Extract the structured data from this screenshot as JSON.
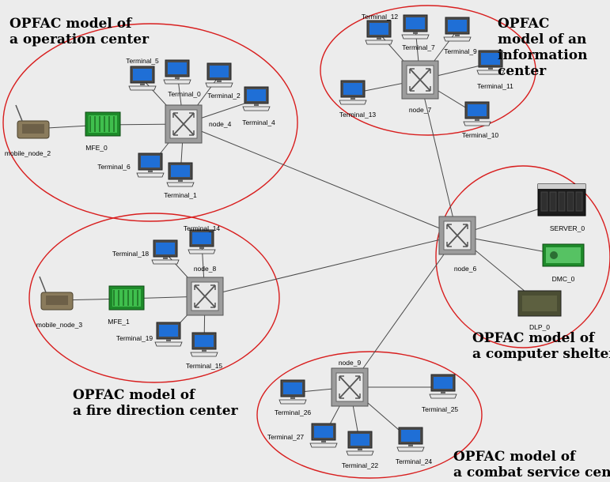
{
  "groups": [
    {
      "id": "operation",
      "title_lines": [
        "OPFAC model of",
        "a operation center"
      ]
    },
    {
      "id": "information",
      "title_lines": [
        "OPFAC",
        "model of an",
        "information",
        "center"
      ]
    },
    {
      "id": "fire",
      "title_lines": [
        "OPFAC model of",
        "a fire direction center"
      ]
    },
    {
      "id": "shelter",
      "title_lines": [
        "OPFAC model of",
        "a computer shelter"
      ]
    },
    {
      "id": "combat",
      "title_lines": [
        "OPFAC model of",
        "a combat service center"
      ]
    }
  ],
  "nodes": [
    {
      "id": "node_4",
      "label": "node_4",
      "kind": "switch"
    },
    {
      "id": "node_7",
      "label": "node_7",
      "kind": "switch"
    },
    {
      "id": "node_8",
      "label": "node_8",
      "kind": "switch"
    },
    {
      "id": "node_6",
      "label": "node_6",
      "kind": "switch"
    },
    {
      "id": "node_9",
      "label": "node_9",
      "kind": "switch"
    },
    {
      "id": "mobile_node_2",
      "label": "mobile_node_2",
      "kind": "radio"
    },
    {
      "id": "mobile_node_3",
      "label": "mobile_node_3",
      "kind": "radio"
    },
    {
      "id": "MFE_0",
      "label": "MFE_0",
      "kind": "mfe"
    },
    {
      "id": "MFE_1",
      "label": "MFE_1",
      "kind": "mfe"
    },
    {
      "id": "SERVER_0",
      "label": "SERVER_0",
      "kind": "server"
    },
    {
      "id": "DMC_0",
      "label": "DMC_0",
      "kind": "dmc"
    },
    {
      "id": "DLP_0",
      "label": "DLP_0",
      "kind": "dlp"
    },
    {
      "id": "Terminal_0",
      "label": "Terminal_0",
      "kind": "terminal"
    },
    {
      "id": "Terminal_1",
      "label": "Terminal_1",
      "kind": "terminal"
    },
    {
      "id": "Terminal_2",
      "label": "Terminal_2",
      "kind": "terminal"
    },
    {
      "id": "Terminal_4",
      "label": "Terminal_4",
      "kind": "terminal"
    },
    {
      "id": "Terminal_5",
      "label": "Terminal_5",
      "kind": "terminal"
    },
    {
      "id": "Terminal_6",
      "label": "Terminal_6",
      "kind": "terminal"
    },
    {
      "id": "Terminal_7",
      "label": "Terminal_7",
      "kind": "terminal"
    },
    {
      "id": "Terminal_9",
      "label": "Terminal_9",
      "kind": "terminal"
    },
    {
      "id": "Terminal_10",
      "label": "Terminal_10",
      "kind": "terminal"
    },
    {
      "id": "Terminal_11",
      "label": "Terminal_11",
      "kind": "terminal"
    },
    {
      "id": "Terminal_12",
      "label": "Terminal_12",
      "kind": "terminal"
    },
    {
      "id": "Terminal_13",
      "label": "Terminal_13",
      "kind": "terminal"
    },
    {
      "id": "Terminal_14",
      "label": "Terminal_14",
      "kind": "terminal"
    },
    {
      "id": "Terminal_15",
      "label": "Terminal_15",
      "kind": "terminal"
    },
    {
      "id": "Terminal_18",
      "label": "Terminal_18",
      "kind": "terminal"
    },
    {
      "id": "Terminal_19",
      "label": "Terminal_19",
      "kind": "terminal"
    },
    {
      "id": "Terminal_22",
      "label": "Terminal_22",
      "kind": "terminal"
    },
    {
      "id": "Terminal_24",
      "label": "Terminal_24",
      "kind": "terminal"
    },
    {
      "id": "Terminal_25",
      "label": "Terminal_25",
      "kind": "terminal"
    },
    {
      "id": "Terminal_26",
      "label": "Terminal_26",
      "kind": "terminal"
    },
    {
      "id": "Terminal_27",
      "label": "Terminal_27",
      "kind": "terminal"
    }
  ],
  "links": [
    [
      "node_4",
      "node_6"
    ],
    [
      "node_7",
      "node_6"
    ],
    [
      "node_8",
      "node_6"
    ],
    [
      "node_9",
      "node_6"
    ],
    [
      "node_6",
      "SERVER_0"
    ],
    [
      "node_6",
      "DMC_0"
    ],
    [
      "node_6",
      "DLP_0"
    ],
    [
      "MFE_0",
      "node_4"
    ],
    [
      "mobile_node_2",
      "MFE_0"
    ],
    [
      "node_4",
      "Terminal_5"
    ],
    [
      "node_4",
      "Terminal_0"
    ],
    [
      "node_4",
      "Terminal_2"
    ],
    [
      "node_4",
      "Terminal_4"
    ],
    [
      "node_4",
      "Terminal_6"
    ],
    [
      "node_4",
      "Terminal_1"
    ],
    [
      "node_7",
      "Terminal_12"
    ],
    [
      "node_7",
      "Terminal_7"
    ],
    [
      "node_7",
      "Terminal_9"
    ],
    [
      "node_7",
      "Terminal_11"
    ],
    [
      "node_7",
      "Terminal_10"
    ],
    [
      "node_7",
      "Terminal_13"
    ],
    [
      "mobile_node_3",
      "MFE_1"
    ],
    [
      "MFE_1",
      "node_8"
    ],
    [
      "node_8",
      "Terminal_18"
    ],
    [
      "node_8",
      "Terminal_14"
    ],
    [
      "node_8",
      "Terminal_19"
    ],
    [
      "node_8",
      "Terminal_15"
    ],
    [
      "node_9",
      "Terminal_26"
    ],
    [
      "node_9",
      "Terminal_27"
    ],
    [
      "node_9",
      "Terminal_22"
    ],
    [
      "node_9",
      "Terminal_24"
    ],
    [
      "node_9",
      "Terminal_25"
    ]
  ],
  "colors": {
    "boundary": "#d81e1e",
    "link": "#4a4a4a",
    "switch": "#9c9c9c",
    "screen": "#1f6fd6",
    "background": "#ececec"
  }
}
